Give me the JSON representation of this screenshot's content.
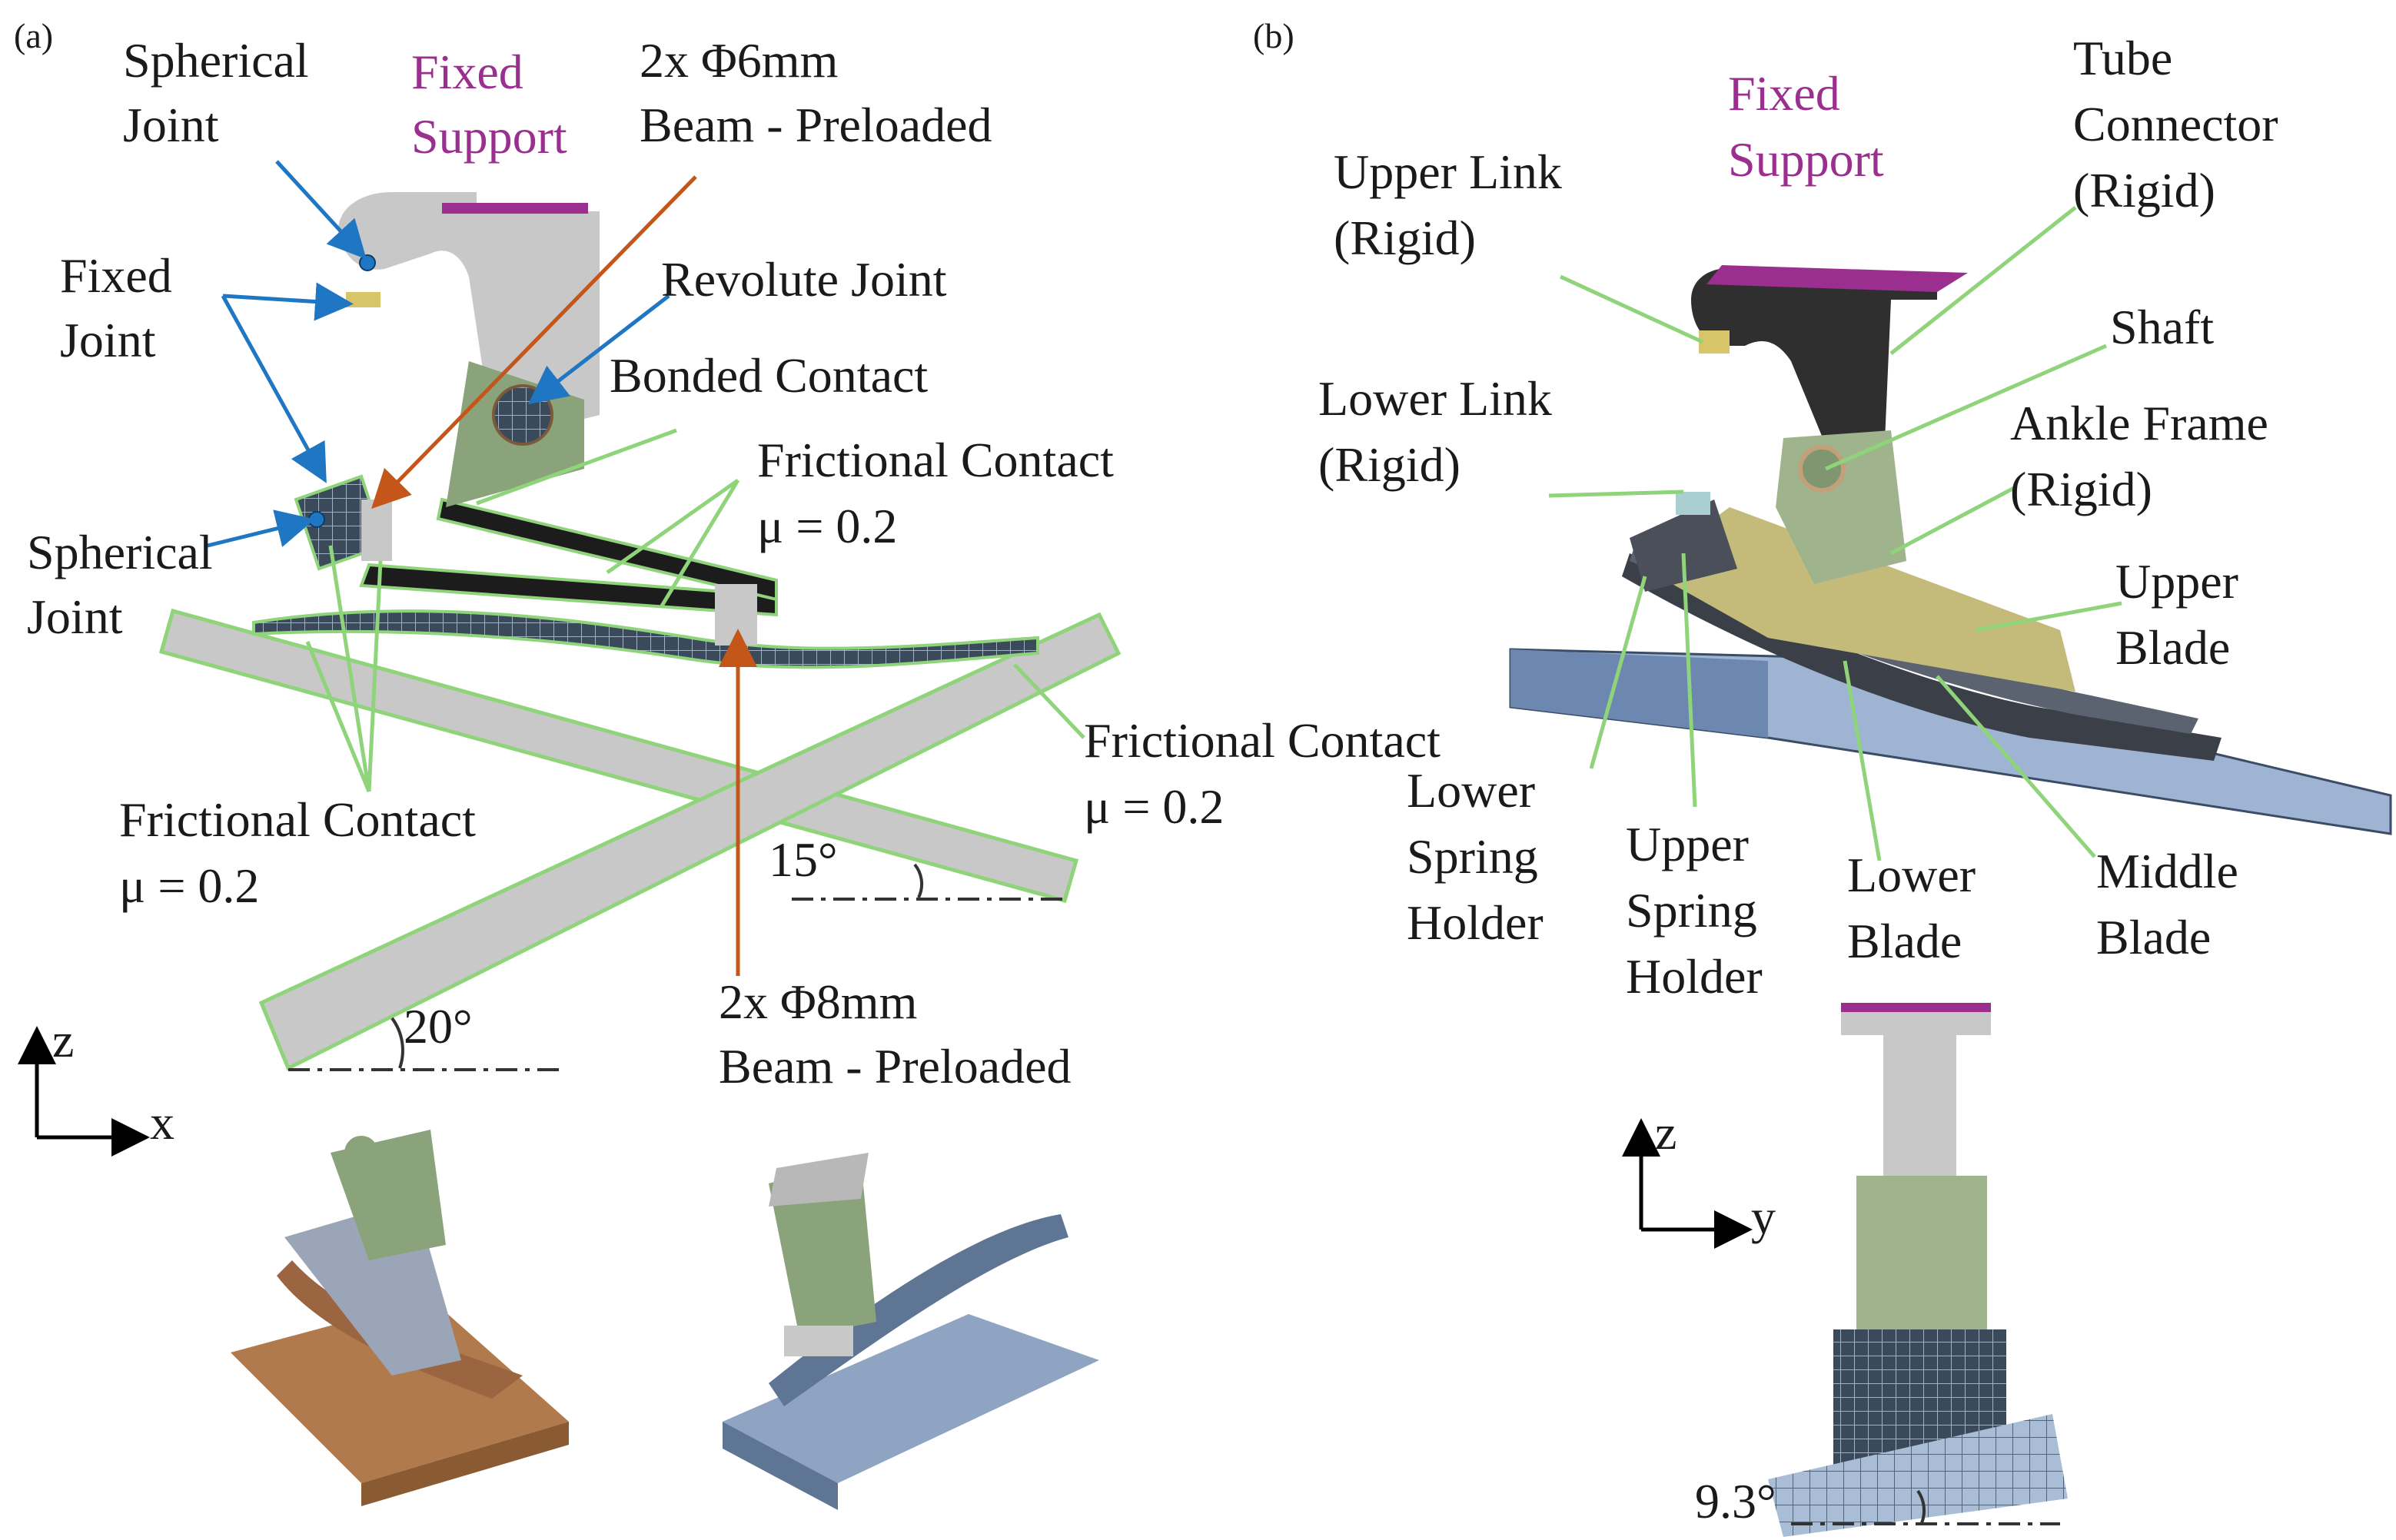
{
  "panels": {
    "a": "(a)",
    "b": "(b)"
  },
  "labels": {
    "a_spherical_joint_top": [
      "Spherical",
      "Joint"
    ],
    "a_fixed_support": [
      "Fixed",
      "Support"
    ],
    "a_beam_6mm": [
      "2x Φ6mm",
      "Beam - Preloaded"
    ],
    "a_fixed_joint": [
      "Fixed",
      "Joint"
    ],
    "a_revolute_joint": "Revolute Joint",
    "a_bonded_contact": "Bonded Contact",
    "a_frictional_contact_1": [
      "Frictional Contact",
      "μ = 0.2"
    ],
    "a_spherical_joint_bottom": [
      "Spherical",
      "Joint"
    ],
    "a_frictional_contact_2": [
      "Frictional Contact",
      "μ = 0.2"
    ],
    "a_frictional_contact_3": [
      "Frictional Contact",
      "μ = 0.2"
    ],
    "a_angle_15": "15°",
    "a_angle_20": "20°",
    "a_beam_8mm": [
      "2x Φ8mm",
      "Beam - Preloaded"
    ],
    "b_fixed_support": [
      "Fixed",
      "Support"
    ],
    "b_tube_connector": [
      "Tube",
      "Connector",
      "(Rigid)"
    ],
    "b_upper_link": [
      "Upper Link",
      "(Rigid)"
    ],
    "b_shaft": "Shaft",
    "b_lower_link": [
      "Lower Link",
      "(Rigid)"
    ],
    "b_ankle_frame": [
      "Ankle Frame",
      "(Rigid)"
    ],
    "b_upper_blade": [
      "Upper",
      "Blade"
    ],
    "b_lower_spring_holder": [
      "Lower",
      "Spring",
      "Holder"
    ],
    "b_upper_spring_holder": [
      "Upper",
      "Spring",
      "Holder"
    ],
    "b_lower_blade": [
      "Lower",
      "Blade"
    ],
    "b_middle_blade": [
      "Middle",
      "Blade"
    ],
    "b_angle_9_3": "9.3°"
  },
  "axes": {
    "a": {
      "vertical": "z",
      "horizontal": "x"
    },
    "b": {
      "vertical": "z",
      "horizontal": "y"
    }
  },
  "colors": {
    "arrow_blue": "#1f77c4",
    "arrow_orange": "#c4561a",
    "arrow_green": "#8fd47a",
    "fixed_support": "#9b2f8f",
    "ground": "#c8c8c8",
    "frame_green": "#8aa37a",
    "blade_dark": "#1c1c1c",
    "ground_blue": "#6d88b0",
    "wood": "#b07a4d"
  }
}
